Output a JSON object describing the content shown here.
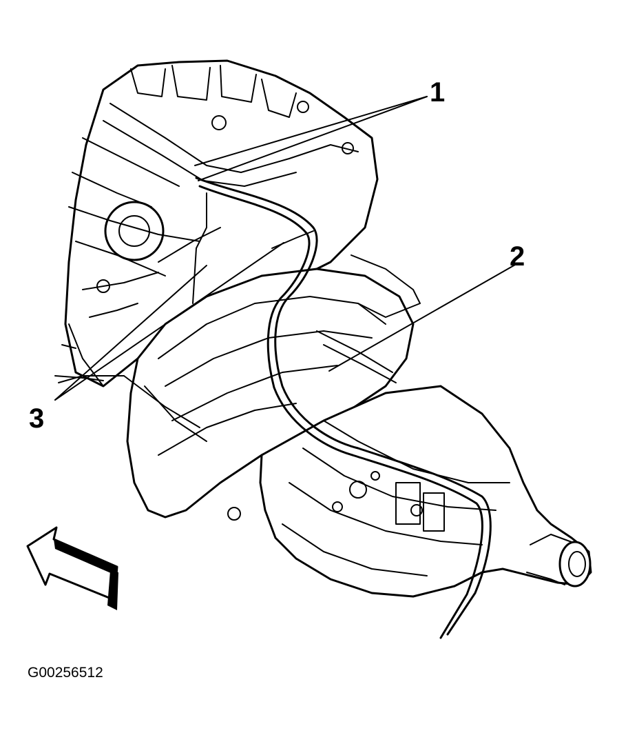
{
  "figure": {
    "id_label": "G00256512",
    "callouts": [
      {
        "id": "1",
        "label": "1"
      },
      {
        "id": "2",
        "label": "2"
      },
      {
        "id": "3",
        "label": "3"
      }
    ],
    "colors": {
      "ink": "#000000",
      "paper": "#ffffff"
    },
    "icons": [
      "direction-arrow-icon"
    ]
  }
}
